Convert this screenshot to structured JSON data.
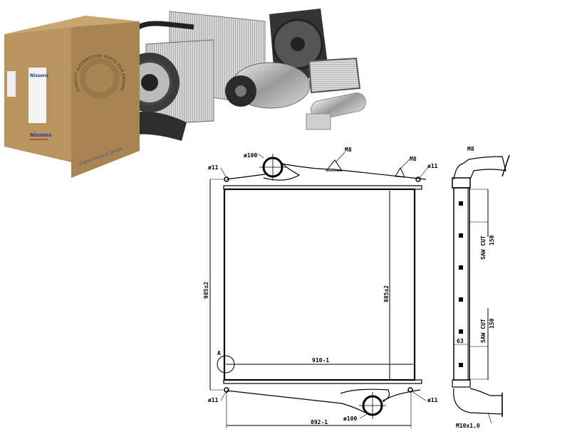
{
  "product_photo": {
    "brand_logo": "Nissens",
    "box_slogan": "Engine Cooling & Climate",
    "box_seal_text": "QUALITY AUTOMOTIVE PARTS FOR ENGINE COOLING",
    "colors": {
      "box": "#b8955e",
      "box_dark": "#9c7a48",
      "logo_blue": "#1f3f8f",
      "logo_red": "#c0392b"
    }
  },
  "drawing": {
    "front_view": {
      "inlet_diameter": "ø100",
      "outlet_diameter": "ø100",
      "thread_top_1": "M8",
      "thread_top_2": "M8",
      "hole_top_left": "ø11",
      "hole_top_right": "ø11",
      "hole_bottom_left": "ø11",
      "hole_bottom_right": "ø11",
      "overall_height": "985±2",
      "core_height": "885±2",
      "core_width": "910-1",
      "overall_width": "892-1",
      "detail_marker": "A"
    },
    "side_view": {
      "thread_top": "M8",
      "saw_cut_1_label": "SAW CUT",
      "saw_cut_1_value": "150",
      "saw_cut_2_label": "SAW CUT",
      "saw_cut_2_value": "150",
      "depth": "63",
      "bottom_thread": "M10x1,0"
    }
  }
}
